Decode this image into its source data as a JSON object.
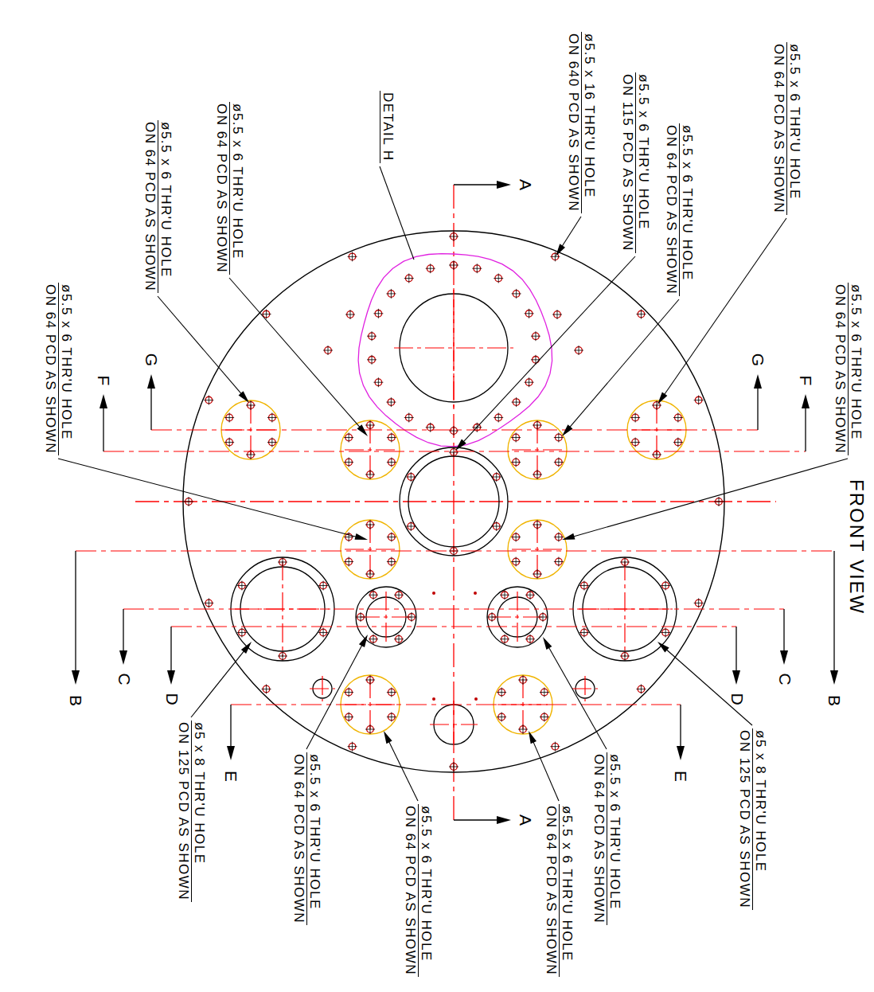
{
  "diagram": {
    "title": "FRONT VIEW",
    "labels": [
      "DETAIL H",
      "ø5.5 x 16 THR'U HOLE",
      "ON 640 PCD AS SHOWN",
      "ø5.5 x 6 THR'U HOLE",
      "ON 115 PCD AS SHOWN",
      "ø5.5 x 6 THR'U HOLE",
      "ON 64 PCD AS SHOWN",
      "ø5.5 x 6 THR'U HOLE",
      "ON 64 PCD AS SHOWN",
      "ø5.5 x 6 THR'U HOLE",
      "ON 64 PCD AS SHOWN",
      "ø5.5 x 6 THR'U HOLE",
      "ON 64 PCD AS SHOWN",
      "ø5.5 x 6 THR'U HOLE",
      "ON 64 PCD AS SHOWN",
      "ø5.5 x 6 THR'U HOLE",
      "ON 64 PCD AS SHOWN",
      "ø5 x 8 THR'U HOLE",
      "ON 125 PCD AS SHOWN",
      "ø5.5 x 6 THR'U HOLE",
      "ON 64 PCD AS SHOWN",
      "ø5.5 x 6 THR'U HOLE",
      "ON 64 PCD AS SHOWN",
      "ø5.5 x 6 THR'U HOLE",
      "ON 64 PCD AS SHOWN",
      "ø5.5 x 6 THR'U HOLE",
      "ON 64 PCD AS SHOWN",
      "ø5 x 8 THR'U HOLE",
      "ON 125 PCD AS SHOWN",
      "A",
      "A",
      "G",
      "G",
      "F",
      "F",
      "B",
      "B",
      "C",
      "C",
      "D",
      "D",
      "E",
      "E"
    ]
  }
}
